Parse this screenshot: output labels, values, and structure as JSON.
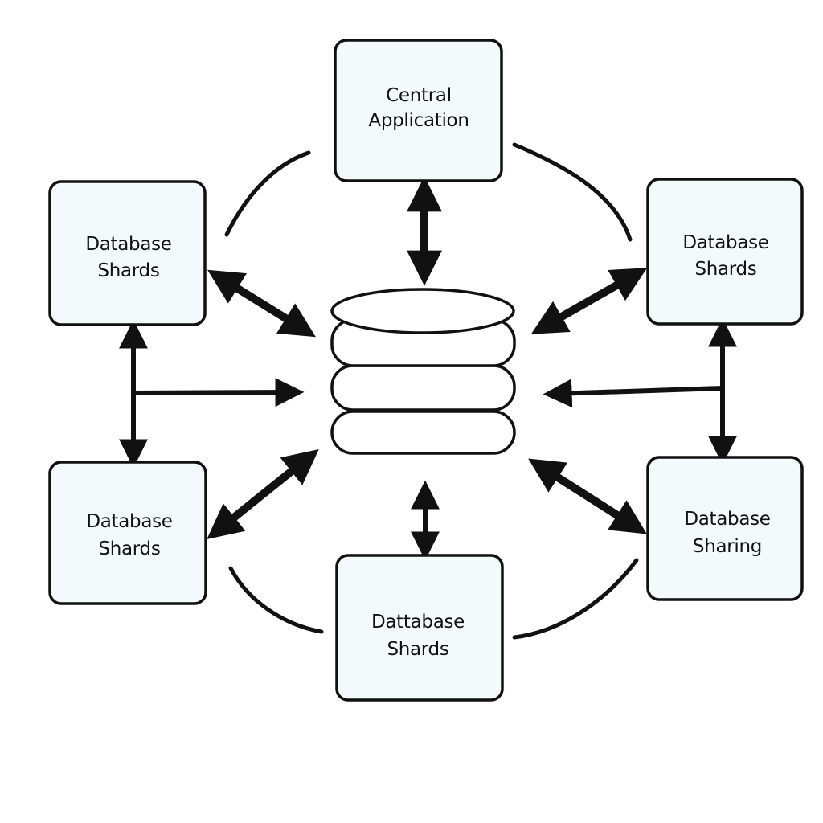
{
  "nodes": {
    "central": {
      "line1": "Central",
      "line2": "Application"
    },
    "top_left": {
      "line1": "Database",
      "line2": "Shards"
    },
    "bottom_left": {
      "line1": "Database",
      "line2": "Shards"
    },
    "top_right": {
      "line1": "Database",
      "line2": "Shards"
    },
    "bottom_right": {
      "line1": "Database",
      "line2": "Sharing"
    },
    "bottom_center": {
      "line1": "Dattabase",
      "line2": "Shards"
    }
  },
  "colors": {
    "box_fill": "#f2fafb",
    "stroke": "#111111",
    "background": "#ffffff"
  },
  "icons": {
    "center": "database-cylinder-icon"
  }
}
